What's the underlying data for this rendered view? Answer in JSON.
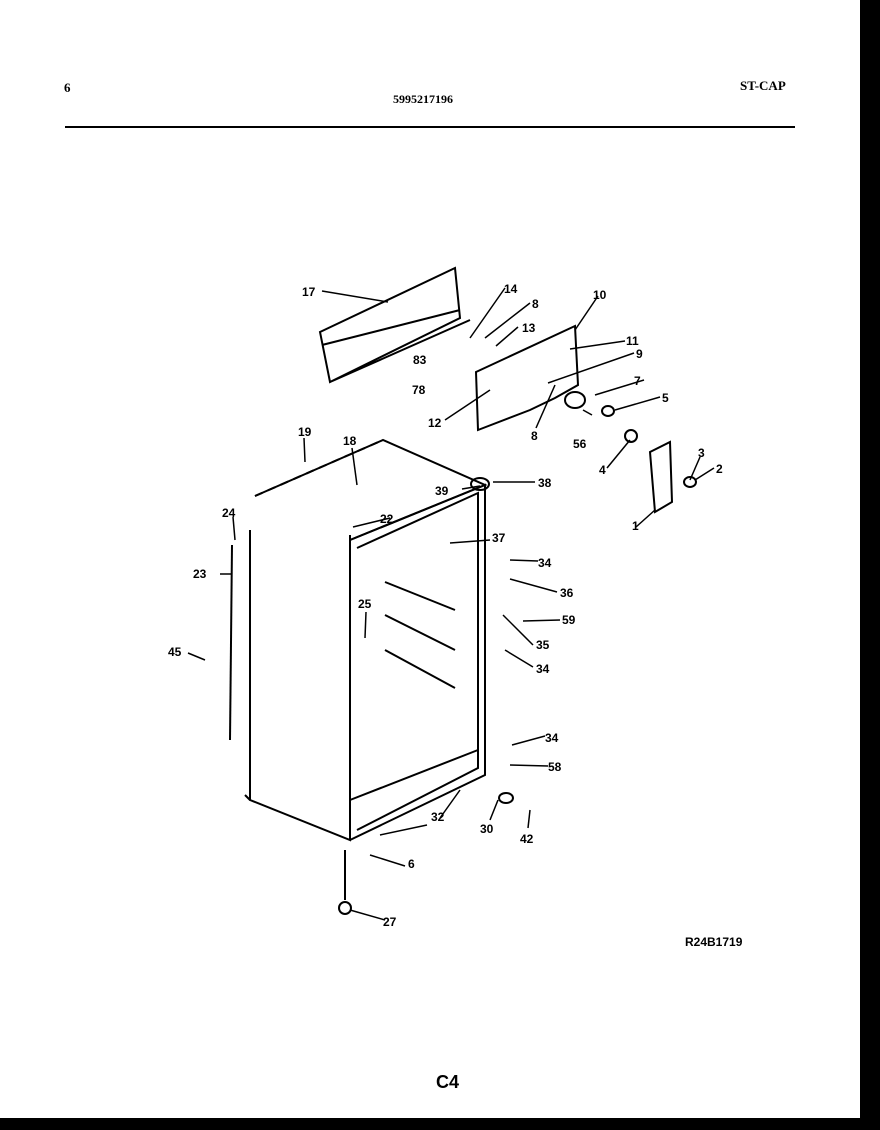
{
  "header": {
    "page_number": "6",
    "part_number": "5995217196",
    "model": "ST-CAP"
  },
  "diagram": {
    "reference_code": "R24B1719",
    "page_code": "C4",
    "callouts": [
      "17",
      "14",
      "8",
      "13",
      "10",
      "11",
      "83",
      "78",
      "9",
      "7",
      "5",
      "12",
      "8",
      "56",
      "4",
      "3",
      "2",
      "1",
      "19",
      "18",
      "39",
      "38",
      "24",
      "22",
      "37",
      "34",
      "36",
      "23",
      "25",
      "59",
      "35",
      "45",
      "34",
      "34",
      "58",
      "32",
      "30",
      "42",
      "6",
      "27"
    ]
  }
}
